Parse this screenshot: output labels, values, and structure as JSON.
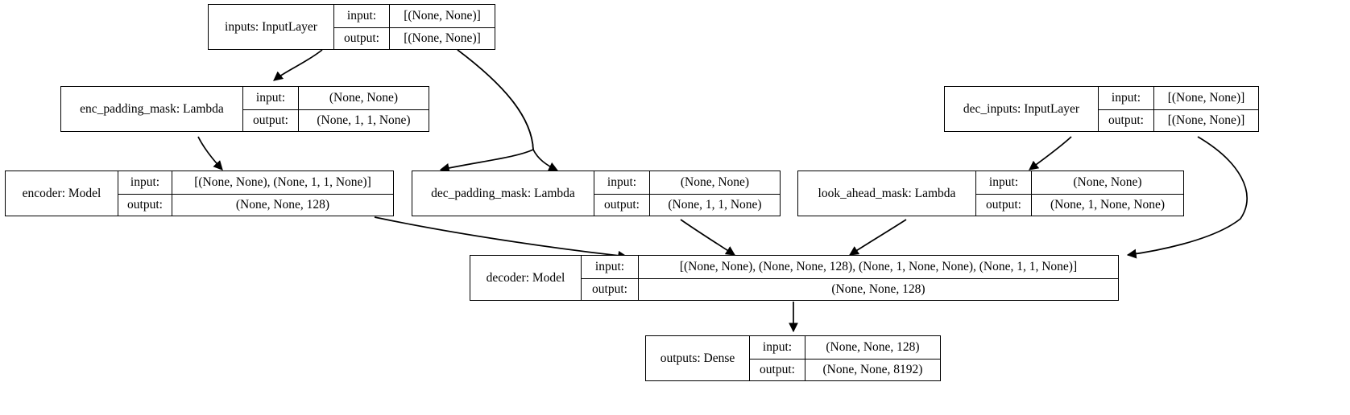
{
  "diagram": {
    "title": "Transformer model architecture graph",
    "type": "keras-model-plot",
    "background": "#ffffff",
    "line_color": "#000000",
    "nodes": [
      {
        "id": "inputs",
        "name": "inputs: InputLayer",
        "input_label": "input:",
        "output_label": "output:",
        "input_value": "[(None, None)]",
        "output_value": "[(None, None)]"
      },
      {
        "id": "enc_padding_mask",
        "name": "enc_padding_mask: Lambda",
        "input_label": "input:",
        "output_label": "output:",
        "input_value": "(None, None)",
        "output_value": "(None, 1, 1, None)"
      },
      {
        "id": "dec_inputs",
        "name": "dec_inputs: InputLayer",
        "input_label": "input:",
        "output_label": "output:",
        "input_value": "[(None, None)]",
        "output_value": "[(None, None)]"
      },
      {
        "id": "encoder",
        "name": "encoder: Model",
        "input_label": "input:",
        "output_label": "output:",
        "input_value": "[(None, None), (None, 1, 1, None)]",
        "output_value": "(None, None, 128)"
      },
      {
        "id": "dec_padding_mask",
        "name": "dec_padding_mask: Lambda",
        "input_label": "input:",
        "output_label": "output:",
        "input_value": "(None, None)",
        "output_value": "(None, 1, 1, None)"
      },
      {
        "id": "look_ahead_mask",
        "name": "look_ahead_mask: Lambda",
        "input_label": "input:",
        "output_label": "output:",
        "input_value": "(None, None)",
        "output_value": "(None, 1, None, None)"
      },
      {
        "id": "decoder",
        "name": "decoder: Model",
        "input_label": "input:",
        "output_label": "output:",
        "input_value": "[(None, None), (None, None, 128), (None, 1, None, None), (None, 1, 1, None)]",
        "output_value": "(None, None, 128)"
      },
      {
        "id": "outputs",
        "name": "outputs: Dense",
        "input_label": "input:",
        "output_label": "output:",
        "input_value": "(None, None, 128)",
        "output_value": "(None, None, 8192)"
      }
    ],
    "edges": [
      {
        "from": "inputs",
        "to": "enc_padding_mask"
      },
      {
        "from": "inputs",
        "to": "encoder"
      },
      {
        "from": "inputs",
        "to": "dec_padding_mask"
      },
      {
        "from": "enc_padding_mask",
        "to": "encoder"
      },
      {
        "from": "encoder",
        "to": "decoder"
      },
      {
        "from": "dec_padding_mask",
        "to": "decoder"
      },
      {
        "from": "look_ahead_mask",
        "to": "decoder"
      },
      {
        "from": "dec_inputs",
        "to": "look_ahead_mask"
      },
      {
        "from": "dec_inputs",
        "to": "decoder"
      },
      {
        "from": "decoder",
        "to": "outputs"
      }
    ]
  }
}
